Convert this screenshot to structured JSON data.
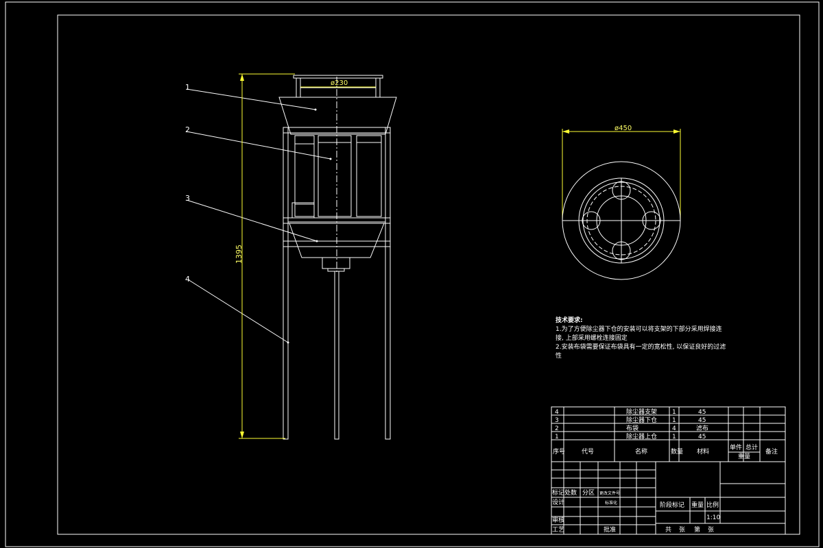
{
  "drawing": {
    "dim_top_diameter": "ø230",
    "dim_height": "1395",
    "dim_plan_diameter": "ø450",
    "leader_labels": [
      "1",
      "2",
      "3",
      "4"
    ]
  },
  "tech_requirements": {
    "title": "技术要求:",
    "lines": [
      "1.为了方便除尘器下仓的安装可以将支架的下部分采用焊接连",
      "接, 上部采用螺栓连接固定",
      "2.安装布袋需要保证布袋具有一定的宽松性, 以保证良好的过滤",
      "性"
    ]
  },
  "parts": [
    {
      "no": "4",
      "name": "除尘器支架",
      "qty": "1",
      "material": "45"
    },
    {
      "no": "3",
      "name": "除尘器下仓",
      "qty": "1",
      "material": "45"
    },
    {
      "no": "2",
      "name": "布袋",
      "qty": "4",
      "material": "滤布"
    },
    {
      "no": "1",
      "name": "除尘器上仓",
      "qty": "1",
      "material": "45"
    }
  ],
  "parts_header": {
    "seq": "序号",
    "code": "代号",
    "name": "名称",
    "qty": "数量",
    "material": "材料",
    "unit": "单件",
    "total": "总计",
    "weight": "重量",
    "remark": "备注"
  },
  "title_block": {
    "mark": "标记",
    "count": "处数",
    "zone": "分区",
    "change_doc": "更改文件号",
    "design": "设计",
    "std": "标准化",
    "stage_mark": "阶段标记",
    "weight": "重量",
    "scale": "比例",
    "scale_value": "1:10",
    "review": "审核",
    "process": "工艺",
    "approve": "批准",
    "sheets_total": "共",
    "sheets": "张",
    "sheet_no": "第",
    "sheet": "张"
  }
}
